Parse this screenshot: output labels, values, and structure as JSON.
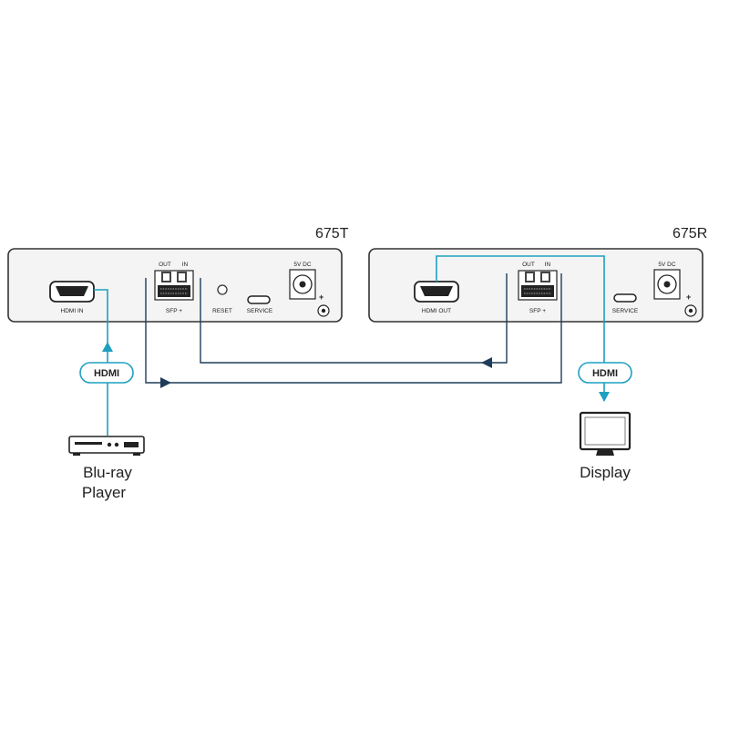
{
  "units": {
    "transmitter": {
      "title": "675T",
      "ports": {
        "hdmi_in": "HDMI IN",
        "sfp_out": "OUT",
        "sfp_in": "IN",
        "sfp": "SFP +",
        "reset": "RESET",
        "service": "SERVICE",
        "power": "5V DC"
      }
    },
    "receiver": {
      "title": "675R",
      "ports": {
        "hdmi_out": "HDMI OUT",
        "sfp_out": "OUT",
        "sfp_in": "IN",
        "sfp": "SFP +",
        "service": "SERVICE",
        "power": "5V DC"
      }
    }
  },
  "connections": {
    "source_badge": "HDMI",
    "display_badge": "HDMI"
  },
  "devices": {
    "source": {
      "line1": "Blu-ray",
      "line2": "Player",
      "icon": "blu-ray-player-icon"
    },
    "sink": {
      "label": "Display",
      "icon": "display-monitor-icon"
    }
  },
  "colors": {
    "hdmi_wire": "#1ea0c0",
    "fiber": "#1f3d5a",
    "chassis": "#f4f4f4",
    "outline": "#333333"
  }
}
